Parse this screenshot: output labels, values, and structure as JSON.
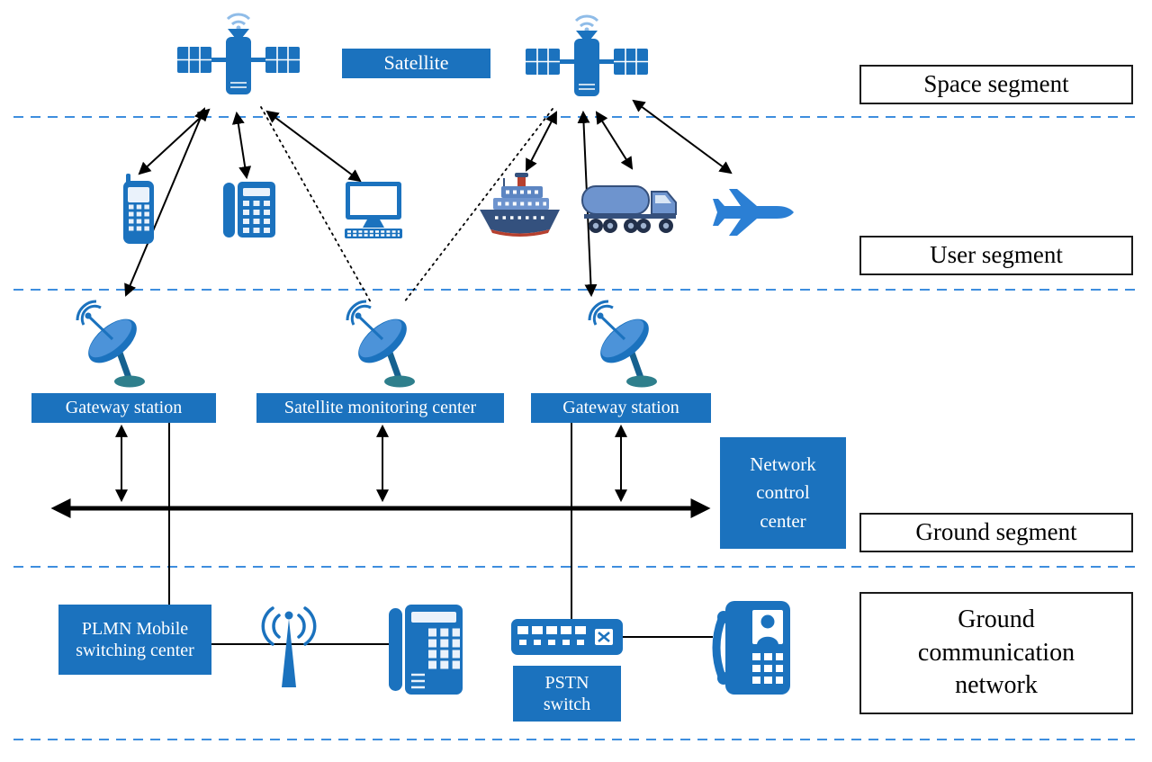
{
  "colors": {
    "box_blue": "#1B72BE",
    "separator_blue": "#3E8EDE",
    "connector_black": "#000000",
    "dish_base_teal": "#2E7F8C",
    "vehicle_steel_blue": "#6E94CE"
  },
  "space_segment": {
    "satellite_label": "Satellite"
  },
  "segments": {
    "space": "Space segment",
    "user": "User segment",
    "ground": "Ground segment",
    "ground_comm_lines": [
      "Ground",
      "communication",
      "network"
    ]
  },
  "ground": {
    "gateway_left": "Gateway station",
    "monitoring_center": "Satellite monitoring center",
    "gateway_right": "Gateway station",
    "network_control_lines": [
      "Network",
      "control",
      "center"
    ]
  },
  "ground_comm": {
    "plmn_lines": [
      "PLMN Mobile",
      "switching center"
    ],
    "pstn_lines": [
      "PSTN",
      "switch"
    ]
  },
  "icons": {
    "satellite": "satellite-icon",
    "mobile_phone": "mobile-phone-icon",
    "desk_phone": "desk-phone-icon",
    "computer": "computer-icon",
    "ship": "ship-icon",
    "truck": "truck-icon",
    "airplane": "airplane-icon",
    "satellite_dish": "satellite-dish-icon",
    "cell_tower": "cell-tower-icon",
    "network_switch": "network-switch-icon",
    "desk_phone_large": "desk-phone-large-icon",
    "payphone": "payphone-icon"
  }
}
